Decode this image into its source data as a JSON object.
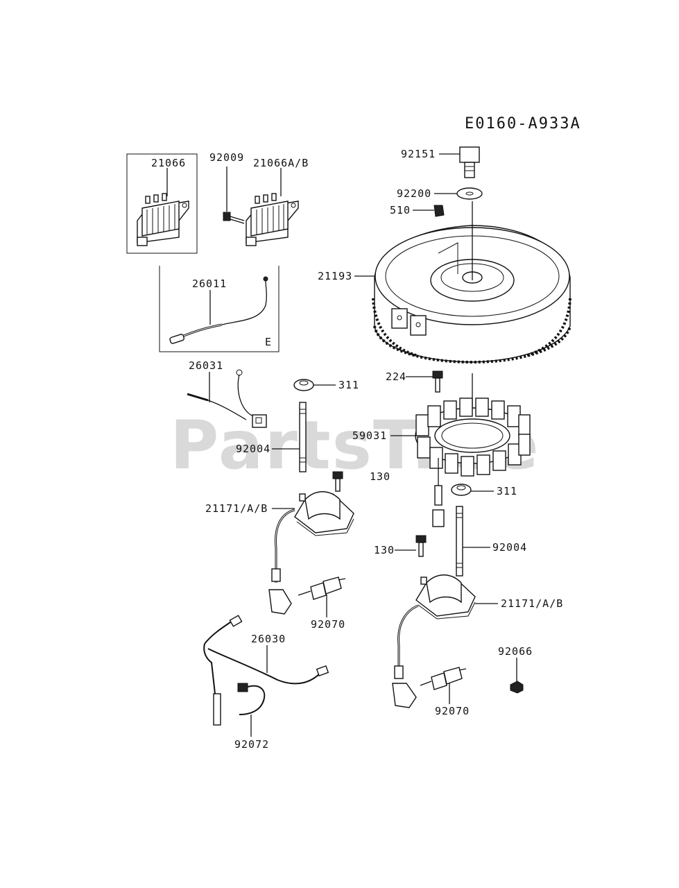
{
  "diagram": {
    "code": "E0160-A933A",
    "watermark": "PartsTree",
    "inset_e_letter": "E",
    "labels": {
      "p21066": "21066",
      "p21066ab": "21066A/B",
      "p92009": "92009",
      "p26011": "26011",
      "p26031": "26031",
      "p92004_left": "92004",
      "p311_left": "311",
      "p21171_left": "21171/A/B",
      "p92070_left": "92070",
      "p26030": "26030",
      "p92072": "92072",
      "p92151": "92151",
      "p92200": "92200",
      "p510": "510",
      "p21193": "21193",
      "p224": "224",
      "p59031": "59031",
      "p130_top": "130",
      "p311_right": "311",
      "p130_mid": "130",
      "p92004_right": "92004",
      "p21171_right": "21171/A/B",
      "p92066": "92066",
      "p92070_right": "92070"
    }
  }
}
